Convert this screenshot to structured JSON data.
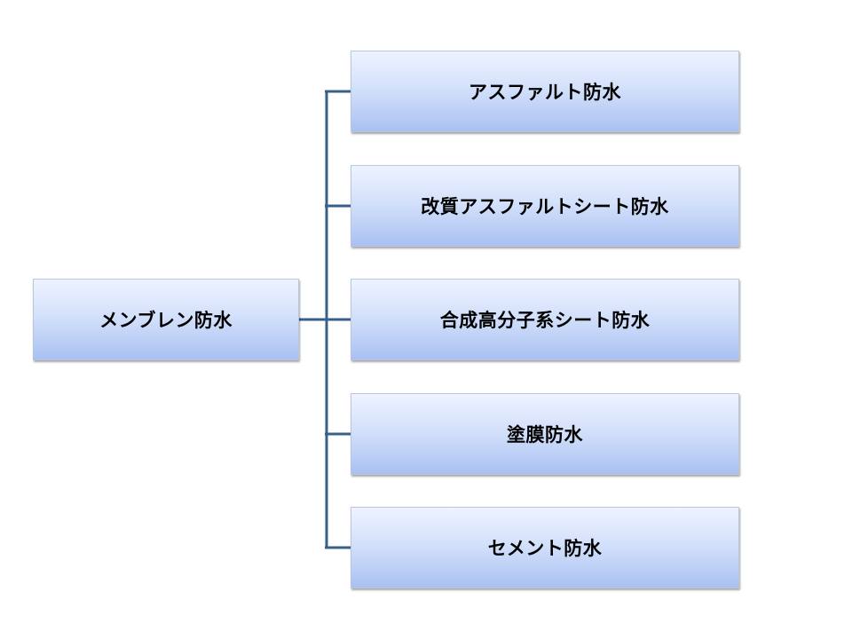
{
  "diagram": {
    "root": {
      "label": "メンブレン防水"
    },
    "children": [
      {
        "label": "アスファルト防水"
      },
      {
        "label": "改質アスファルトシート防水"
      },
      {
        "label": "合成高分子系シート防水"
      },
      {
        "label": "塗膜防水"
      },
      {
        "label": "セメント防水"
      }
    ]
  },
  "colors": {
    "connector": "#3a5f8a",
    "node_fill_top": "#eef3ff",
    "node_fill_bottom": "#a9c1f1"
  }
}
